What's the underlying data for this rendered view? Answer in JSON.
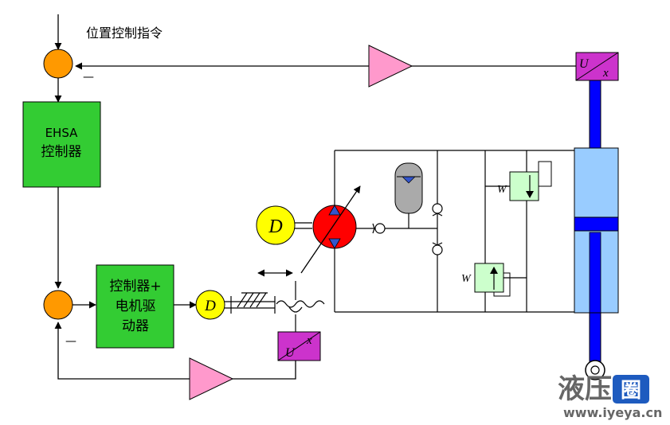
{
  "labels": {
    "command": "位置控制指令",
    "ehsa_line1": "EHSA",
    "ehsa_line2": "控制器",
    "driver_line1": "控制器+",
    "driver_line2": "电机驱",
    "driver_line3": "动器",
    "minus_top": "—",
    "minus_bottom": "—",
    "motor_large": "D",
    "motor_small": "D",
    "sensor_top_u": "U",
    "sensor_top_x": "x",
    "sensor_bottom_u": "U",
    "sensor_bottom_x": "x",
    "spring_top": "W",
    "spring_bottom": "W"
  },
  "watermark": {
    "chars_a": "液压",
    "char_b": "圈",
    "url": "www.iyeya.cn"
  },
  "colors": {
    "summing_junction": "#ff9900",
    "controller_box": "#33cc33",
    "amplifier": "#ff99cc",
    "sensor": "#cc33cc",
    "motor": "#ffff00",
    "pump": "#ff0000",
    "cylinder": "#99ccff",
    "piston_rod": "#0000ff",
    "valve": "#ccffcc",
    "accumulator": "#aaaaaa"
  }
}
